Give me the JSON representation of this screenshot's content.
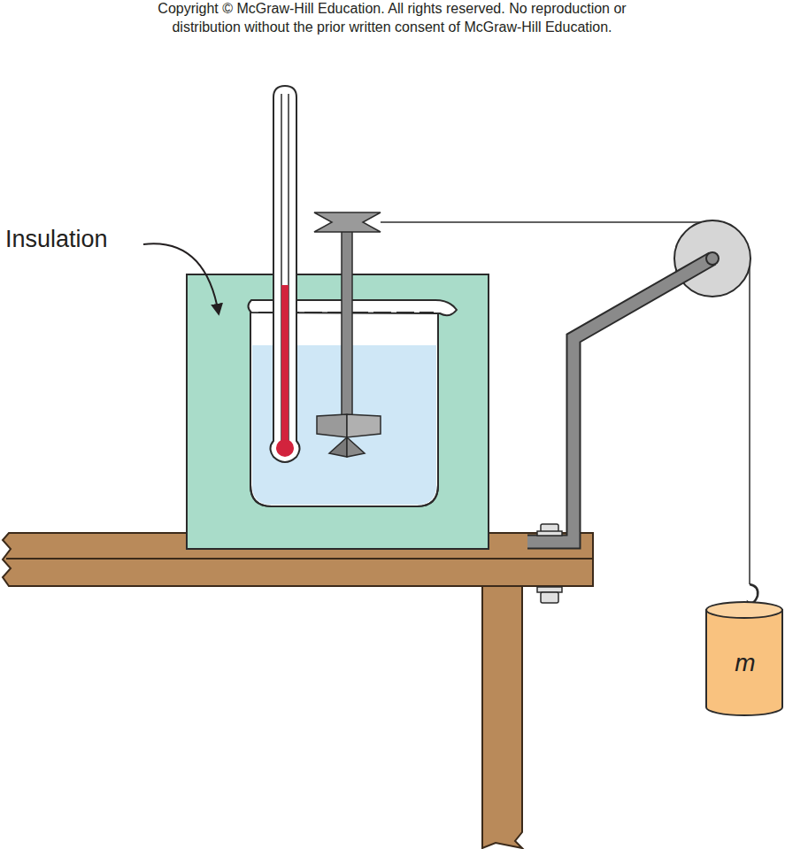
{
  "diagram": {
    "nodes": [
      {
        "text": [
          "m"
        ]
      }
    ],
    "labels": [
      "Copyright © McGraw-Hill Education.  All rights reserved. No reproduction or",
      "distribution without the prior written consent of McGraw-Hill Education.",
      "Insulation"
    ]
  }
}
